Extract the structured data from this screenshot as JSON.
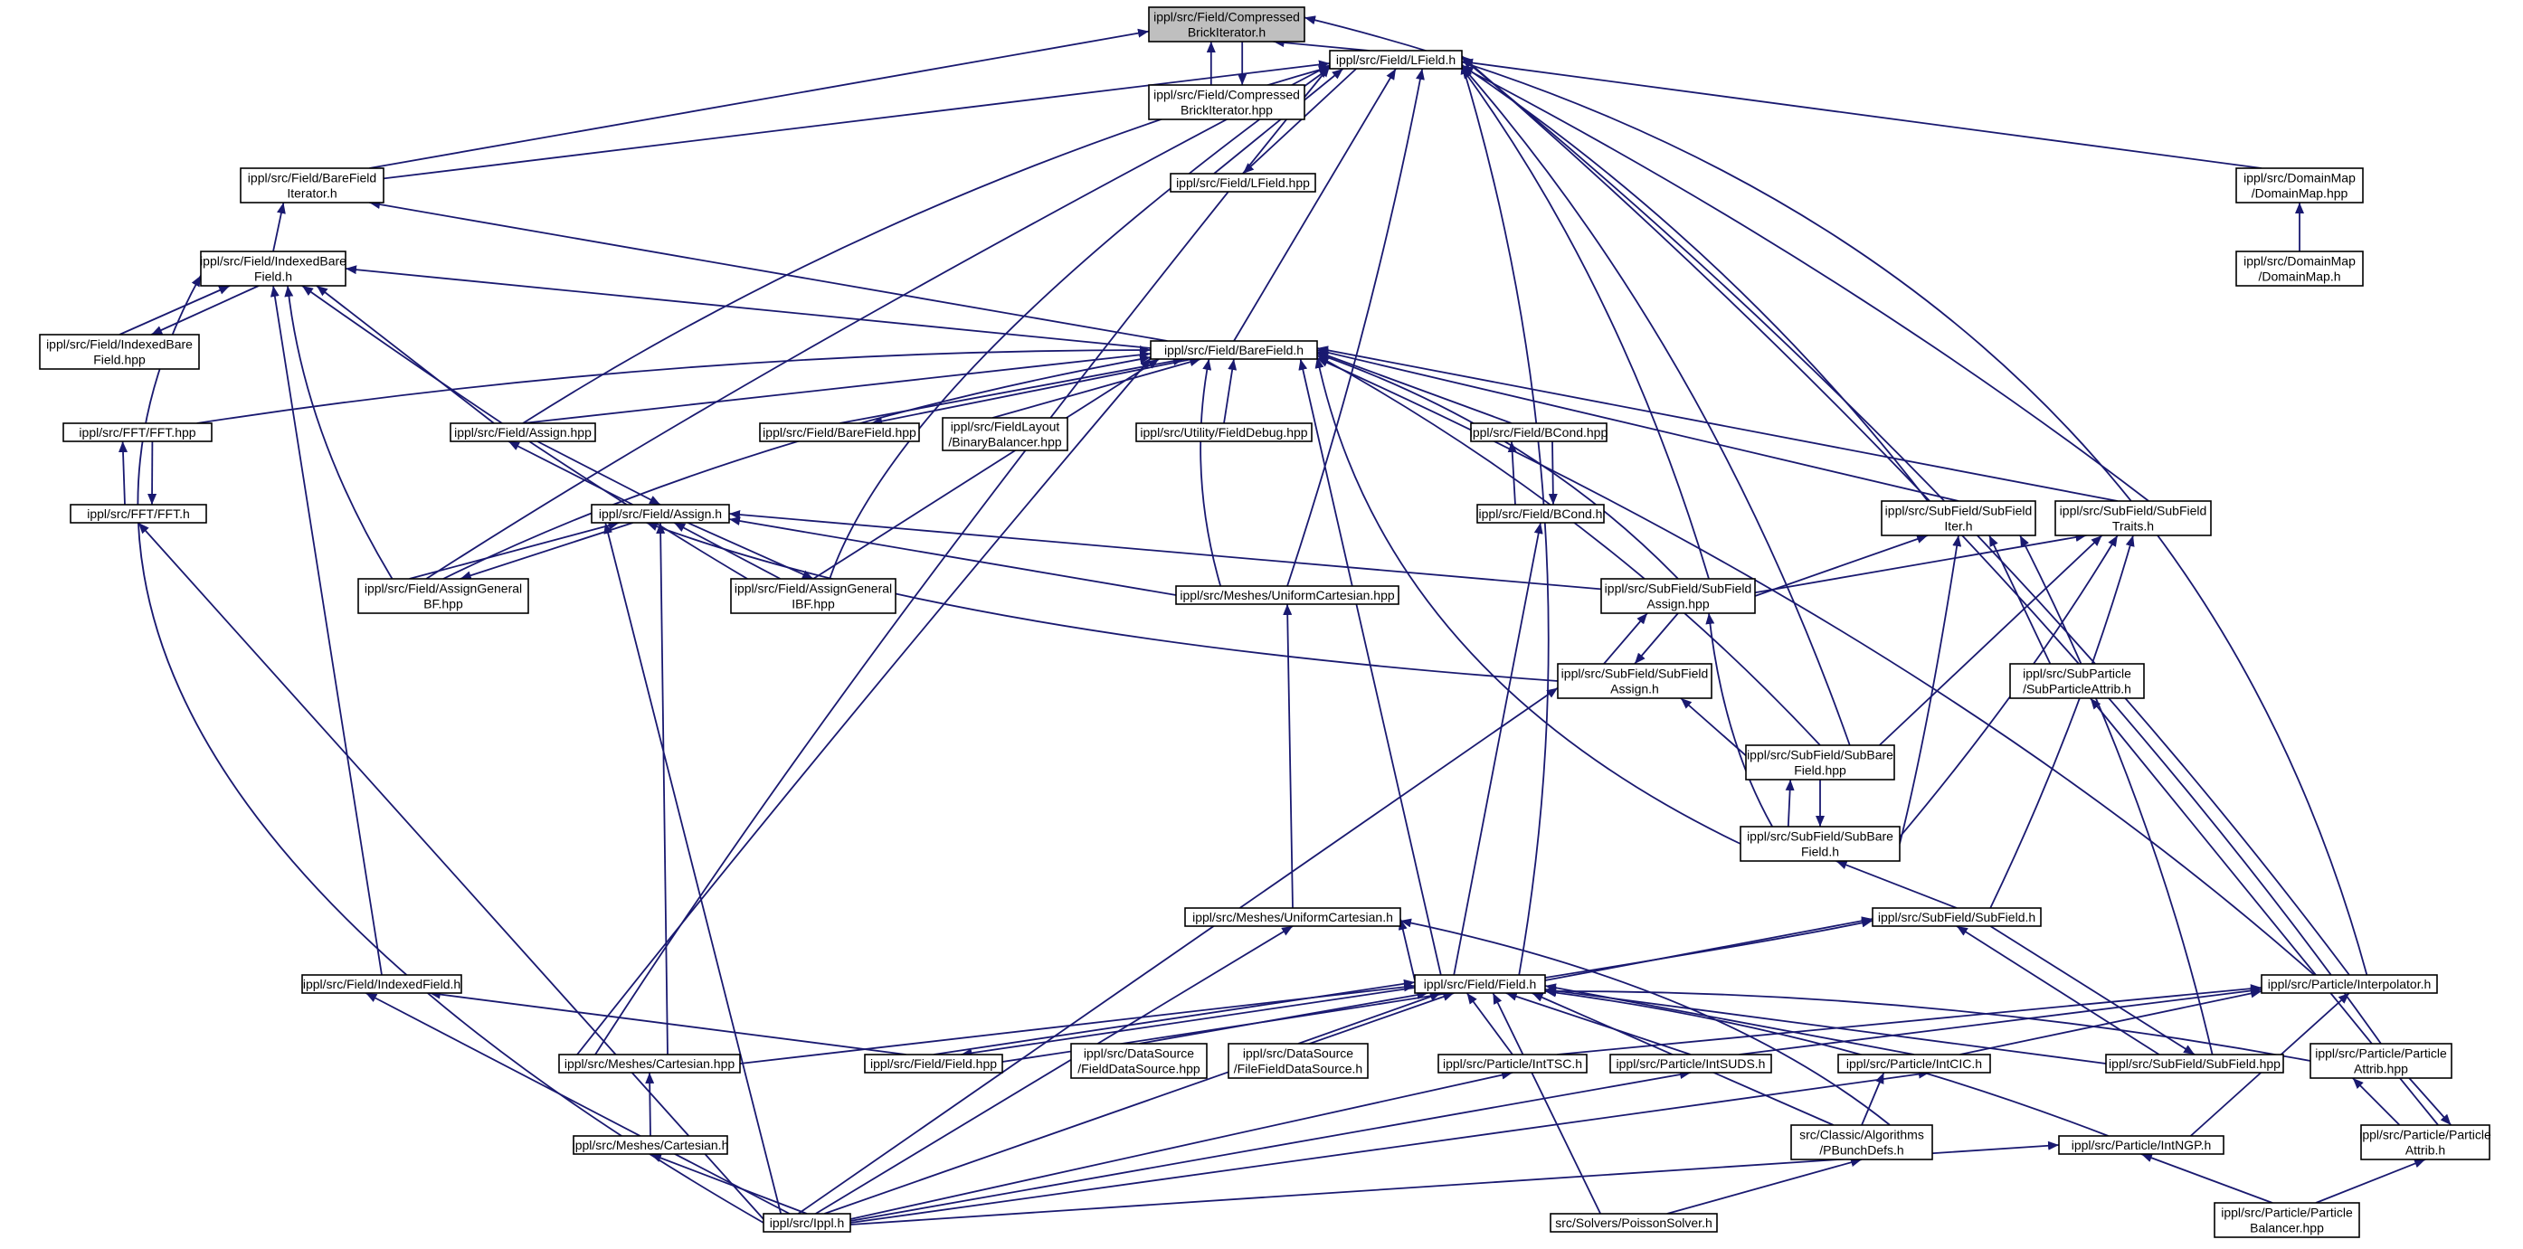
{
  "diagram": {
    "colors": {
      "edge": "#191970",
      "text": "#000000",
      "highlight_fill": "#bfbfbf",
      "normal_border": "#000000",
      "truncated_border": "#ff0000",
      "background": "#ffffff"
    },
    "nodes": [
      {
        "id": "cbi_h",
        "lines": [
          "ippl/src/Field/Compressed",
          "BrickIterator.h"
        ],
        "style": "highlight"
      },
      {
        "id": "cbi_hpp",
        "lines": [
          "ippl/src/Field/Compressed",
          "BrickIterator.hpp"
        ],
        "style": "normal"
      },
      {
        "id": "lfield_h",
        "lines": [
          "ippl/src/Field/LField.h"
        ],
        "style": "normal"
      },
      {
        "id": "lfield_hpp",
        "lines": [
          "ippl/src/Field/LField.hpp"
        ],
        "style": "normal"
      },
      {
        "id": "bfi_h",
        "lines": [
          "ippl/src/Field/BareField",
          "Iterator.h"
        ],
        "style": "normal"
      },
      {
        "id": "ibf_h",
        "lines": [
          "ippl/src/Field/IndexedBare",
          "Field.h"
        ],
        "style": "normal"
      },
      {
        "id": "ibf_hpp",
        "lines": [
          "ippl/src/Field/IndexedBare",
          "Field.hpp"
        ],
        "style": "normal"
      },
      {
        "id": "dm_hpp",
        "lines": [
          "ippl/src/DomainMap",
          "/DomainMap.hpp"
        ],
        "style": "normal"
      },
      {
        "id": "dm_h",
        "lines": [
          "ippl/src/DomainMap",
          "/DomainMap.h"
        ],
        "style": "red"
      },
      {
        "id": "barefield_h",
        "lines": [
          "ippl/src/Field/BareField.h"
        ],
        "style": "normal"
      },
      {
        "id": "fft_hpp",
        "lines": [
          "ippl/src/FFT/FFT.hpp"
        ],
        "style": "normal"
      },
      {
        "id": "fft_h",
        "lines": [
          "ippl/src/FFT/FFT.h"
        ],
        "style": "red"
      },
      {
        "id": "assign_hpp",
        "lines": [
          "ippl/src/Field/Assign.hpp"
        ],
        "style": "normal"
      },
      {
        "id": "barefield_hpp",
        "lines": [
          "ippl/src/Field/BareField.hpp"
        ],
        "style": "normal"
      },
      {
        "id": "binbal",
        "lines": [
          "ippl/src/FieldLayout",
          "/BinaryBalancer.hpp"
        ],
        "style": "red"
      },
      {
        "id": "fielddebug",
        "lines": [
          "ippl/src/Utility/FieldDebug.hpp"
        ],
        "style": "red"
      },
      {
        "id": "bcond_hpp",
        "lines": [
          "ippl/src/Field/BCond.hpp"
        ],
        "style": "normal"
      },
      {
        "id": "bcond_h",
        "lines": [
          "ippl/src/Field/BCond.h"
        ],
        "style": "normal"
      },
      {
        "id": "assign_h",
        "lines": [
          "ippl/src/Field/Assign.h"
        ],
        "style": "red"
      },
      {
        "id": "agbf",
        "lines": [
          "ippl/src/Field/AssignGeneral",
          "BF.hpp"
        ],
        "style": "normal"
      },
      {
        "id": "agibf",
        "lines": [
          "ippl/src/Field/AssignGeneral",
          "IBF.hpp"
        ],
        "style": "normal"
      },
      {
        "id": "uc_hpp",
        "lines": [
          "ippl/src/Meshes/UniformCartesian.hpp"
        ],
        "style": "normal"
      },
      {
        "id": "sfi_h",
        "lines": [
          "ippl/src/SubField/SubField",
          "Iter.h"
        ],
        "style": "normal"
      },
      {
        "id": "sft_h",
        "lines": [
          "ippl/src/SubField/SubField",
          "Traits.h"
        ],
        "style": "normal"
      },
      {
        "id": "sfa_hpp",
        "lines": [
          "ippl/src/SubField/SubField",
          "Assign.hpp"
        ],
        "style": "normal"
      },
      {
        "id": "sfa_h",
        "lines": [
          "ippl/src/SubField/SubField",
          "Assign.h"
        ],
        "style": "normal"
      },
      {
        "id": "spa_h",
        "lines": [
          "ippl/src/SubParticle",
          "/SubParticleAttrib.h"
        ],
        "style": "red"
      },
      {
        "id": "sbf_hpp",
        "lines": [
          "ippl/src/SubField/SubBare",
          "Field.hpp"
        ],
        "style": "normal"
      },
      {
        "id": "sbf_h",
        "lines": [
          "ippl/src/SubField/SubBare",
          "Field.h"
        ],
        "style": "normal"
      },
      {
        "id": "uc_h",
        "lines": [
          "ippl/src/Meshes/UniformCartesian.h"
        ],
        "style": "normal"
      },
      {
        "id": "subfield_h",
        "lines": [
          "ippl/src/SubField/SubField.h"
        ],
        "style": "normal"
      },
      {
        "id": "indexedfield_h",
        "lines": [
          "ippl/src/Field/IndexedField.h"
        ],
        "style": "normal"
      },
      {
        "id": "field_h",
        "lines": [
          "ippl/src/Field/Field.h"
        ],
        "style": "normal"
      },
      {
        "id": "interp_h",
        "lines": [
          "ippl/src/Particle/Interpolator.h"
        ],
        "style": "normal"
      },
      {
        "id": "cart_hpp",
        "lines": [
          "ippl/src/Meshes/Cartesian.hpp"
        ],
        "style": "normal"
      },
      {
        "id": "field_hpp",
        "lines": [
          "ippl/src/Field/Field.hpp"
        ],
        "style": "normal"
      },
      {
        "id": "fds_hpp",
        "lines": [
          "ippl/src/DataSource",
          "/FieldDataSource.hpp"
        ],
        "style": "red"
      },
      {
        "id": "ffds_h",
        "lines": [
          "ippl/src/DataSource",
          "/FileFieldDataSource.h"
        ],
        "style": "red"
      },
      {
        "id": "inttsc",
        "lines": [
          "ippl/src/Particle/IntTSC.h"
        ],
        "style": "normal"
      },
      {
        "id": "intsuds",
        "lines": [
          "ippl/src/Particle/IntSUDS.h"
        ],
        "style": "normal"
      },
      {
        "id": "intcic",
        "lines": [
          "ippl/src/Particle/IntCIC.h"
        ],
        "style": "normal"
      },
      {
        "id": "subfield_hpp",
        "lines": [
          "ippl/src/SubField/SubField.hpp"
        ],
        "style": "normal"
      },
      {
        "id": "pattr_hpp",
        "lines": [
          "ippl/src/Particle/Particle",
          "Attrib.hpp"
        ],
        "style": "normal"
      },
      {
        "id": "cart_h",
        "lines": [
          "ippl/src/Meshes/Cartesian.h"
        ],
        "style": "normal"
      },
      {
        "id": "pbunch",
        "lines": [
          "src/Classic/Algorithms",
          "/PBunchDefs.h"
        ],
        "style": "red"
      },
      {
        "id": "intngp",
        "lines": [
          "ippl/src/Particle/IntNGP.h"
        ],
        "style": "normal"
      },
      {
        "id": "pattr_h",
        "lines": [
          "ippl/src/Particle/Particle",
          "Attrib.h"
        ],
        "style": "red"
      },
      {
        "id": "ippl_h",
        "lines": [
          "ippl/src/Ippl.h"
        ],
        "style": "red"
      },
      {
        "id": "poisson",
        "lines": [
          "src/Solvers/PoissonSolver.h"
        ],
        "style": "red"
      },
      {
        "id": "pbal",
        "lines": [
          "ippl/src/Particle/Particle",
          "Balancer.hpp"
        ],
        "style": "red"
      }
    ]
  }
}
